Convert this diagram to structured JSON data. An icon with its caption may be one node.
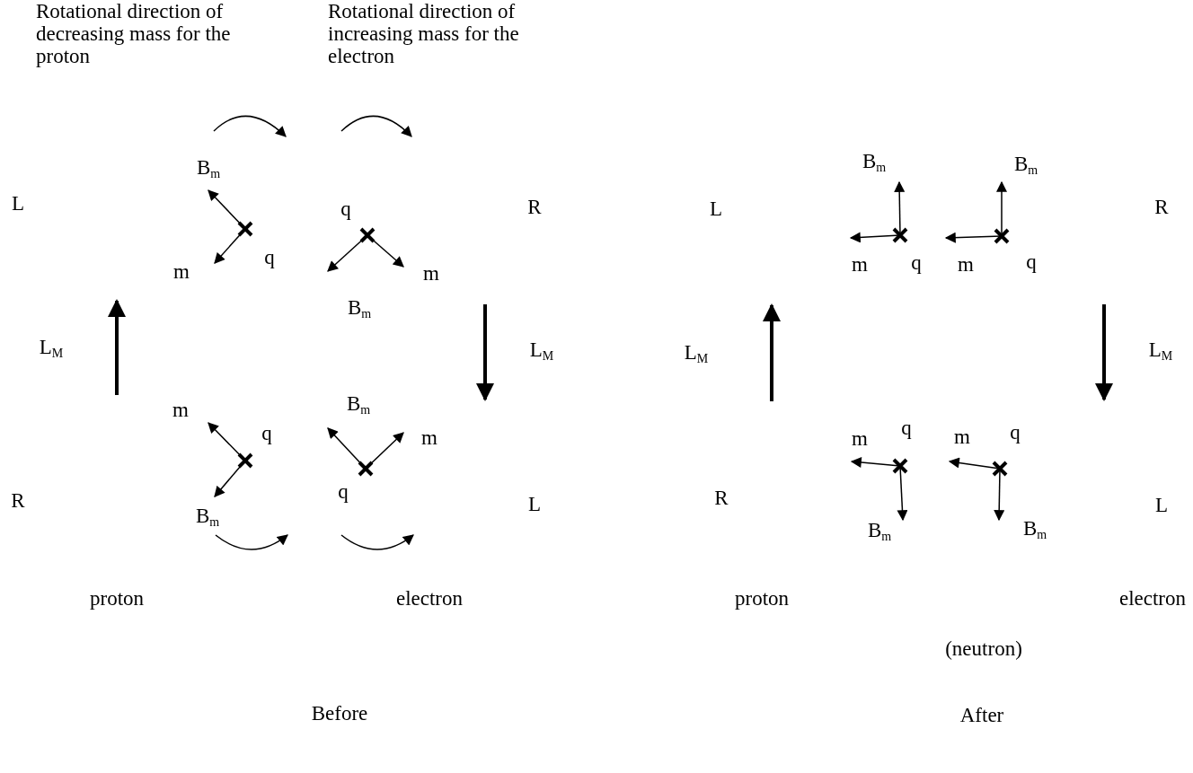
{
  "diagram": {
    "labels": [
      "Rotational direction of decreasing mass for the proton",
      "Rotational direction of increasing mass for the electron",
      "B$_{m}$",
      "B$_{m}$",
      "B$_{m}$",
      "L",
      "q",
      "R",
      "L",
      "R",
      "m",
      "q",
      "m",
      "m",
      "q",
      "m",
      "q",
      "B$_{m}$",
      "L$_{M}$",
      "L$_{M}$",
      "L$_{M}$",
      "L$_{M}$",
      "m",
      "B$_{m}$",
      "q",
      "m",
      "m",
      "q",
      "m",
      "q",
      "R",
      "q",
      "L",
      "R",
      "L",
      "B$_{m}$",
      "B$_{m}$",
      "B$_{m}$",
      "proton",
      "electron",
      "proton",
      "electron",
      "(neutron)",
      "Before",
      "After"
    ]
  }
}
